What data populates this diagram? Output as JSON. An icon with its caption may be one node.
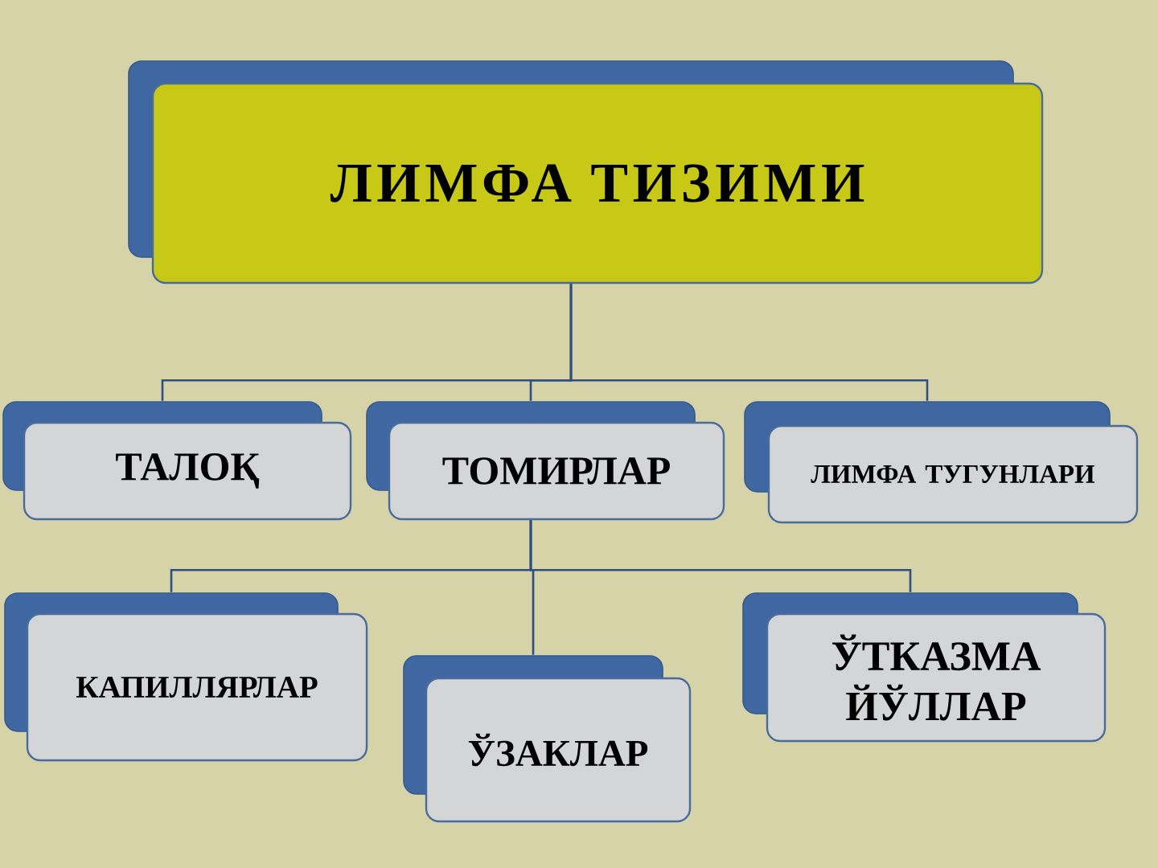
{
  "diagram": {
    "nodes": [
      {
        "text": [
          "ЛИМФА ТИЗИМИ"
        ]
      },
      {
        "text": [
          "ТАЛОҚ"
        ]
      },
      {
        "text": [
          "ТОМИРЛАР"
        ]
      },
      {
        "text": [
          "ЛИМФА ТУГУНЛАРИ"
        ]
      },
      {
        "text": [
          "КАПИЛЛЯРЛАР"
        ]
      },
      {
        "text": [
          "ЎЗАКЛАР"
        ]
      },
      {
        "text": [
          "ЎТКАЗМА ЙЎЛЛАР"
        ]
      }
    ],
    "edges": [
      {
        "from": 0,
        "to": 1,
        "arrow": "none"
      },
      {
        "from": 0,
        "to": 2,
        "arrow": "none"
      },
      {
        "from": 0,
        "to": 3,
        "arrow": "none"
      },
      {
        "from": 2,
        "to": 4,
        "arrow": "none"
      },
      {
        "from": 2,
        "to": 5,
        "arrow": "none"
      },
      {
        "from": 2,
        "to": 6,
        "arrow": "none"
      }
    ]
  }
}
